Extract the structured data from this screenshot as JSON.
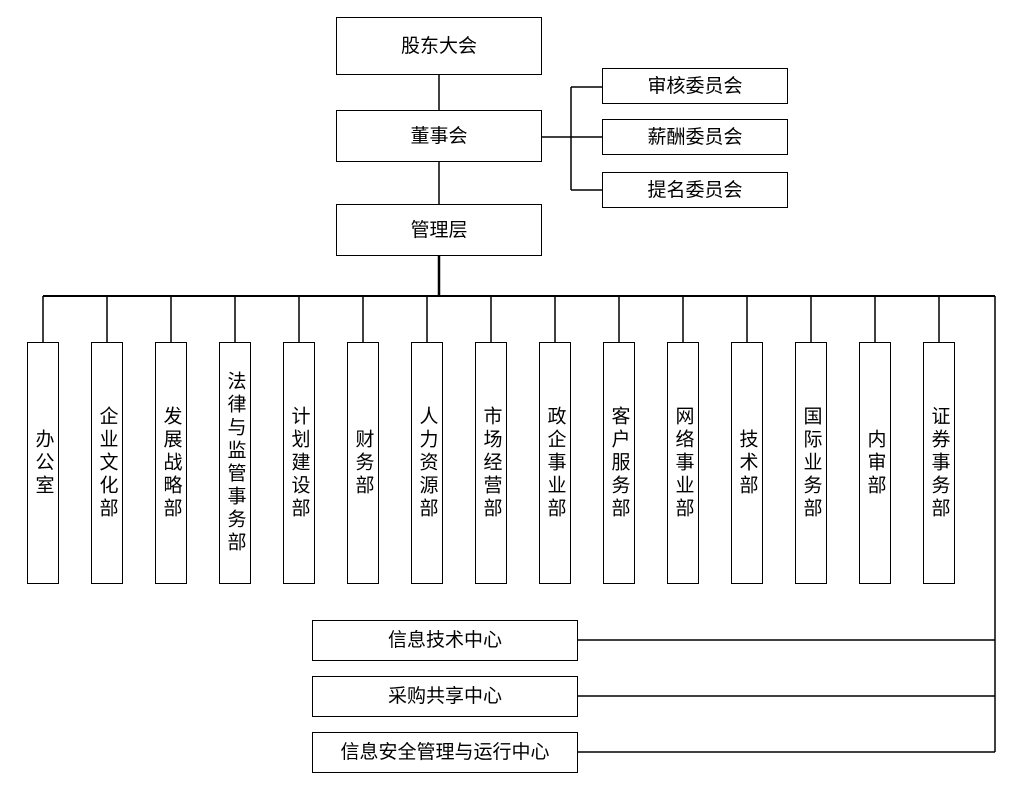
{
  "top": {
    "shareholders": "股东大会",
    "board": "董事会",
    "management": "管理层"
  },
  "committees": [
    "审核委员会",
    "薪酬委员会",
    "提名委员会"
  ],
  "departments": [
    "办公室",
    "企业文化部",
    "发展战略部",
    "法律与监管事务部",
    "计划建设部",
    "财务部",
    "人力资源部",
    "市场经营部",
    "政企事业部",
    "客户服务部",
    "网络事业部",
    "技术部",
    "国际业务部",
    "内审部",
    "证券事务部"
  ],
  "centers": [
    "信息技术中心",
    "采购共享中心",
    "信息安全管理与运行中心"
  ]
}
